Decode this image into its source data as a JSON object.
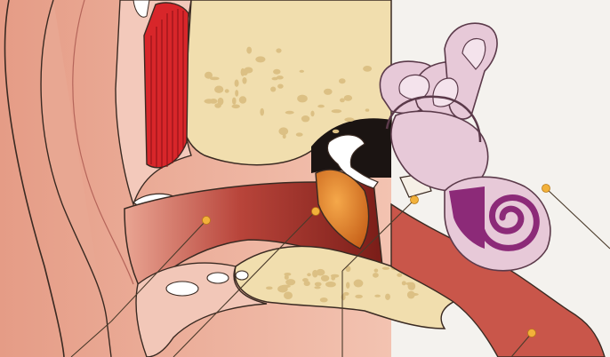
{
  "illustration": {
    "subject": "ear-cross-section",
    "parts": [
      {
        "id": "auricle",
        "shown": true
      },
      {
        "id": "ear-canal",
        "shown": true
      },
      {
        "id": "eardrum",
        "shown": true
      },
      {
        "id": "ossicles",
        "shown": true
      },
      {
        "id": "semicircular-canals",
        "shown": true
      },
      {
        "id": "cochlea",
        "shown": true
      },
      {
        "id": "temporal-bone",
        "shown": true
      },
      {
        "id": "muscle",
        "shown": true
      }
    ],
    "leader_dots": 5,
    "colors": {
      "skin": "#f0b8a6",
      "skin_dark": "#d98c78",
      "canal": "#a8332a",
      "canal_dark": "#7a1d18",
      "bone": "#f1deae",
      "bone_spot": "#dcc084",
      "eardrum": "#e8892e",
      "muscle": "#d8262a",
      "cochlea": "#8c2a78",
      "labyrinth": "#e7c9d8",
      "outline": "#3a2a22",
      "dot": "#f2b13a",
      "background": "#f4f2ee"
    }
  }
}
